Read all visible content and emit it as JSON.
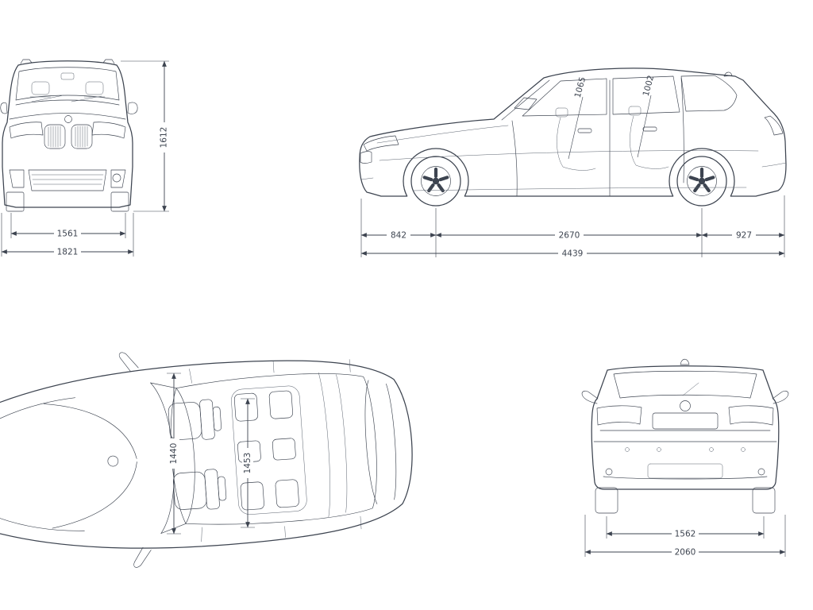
{
  "colors": {
    "line": "#3d4450",
    "background": "#ffffff"
  },
  "front_view": {
    "height": "1612",
    "track_width": "1561",
    "overall_width": "1821"
  },
  "side_view": {
    "front_headroom": "1065",
    "rear_headroom": "1002",
    "front_overhang": "842",
    "wheelbase": "2670",
    "rear_overhang": "927",
    "overall_length": "4439"
  },
  "top_view": {
    "front_interior_width": "1440",
    "rear_interior_width": "1453"
  },
  "rear_view": {
    "rear_track": "1562",
    "overall_width_mirrors": "2060"
  }
}
